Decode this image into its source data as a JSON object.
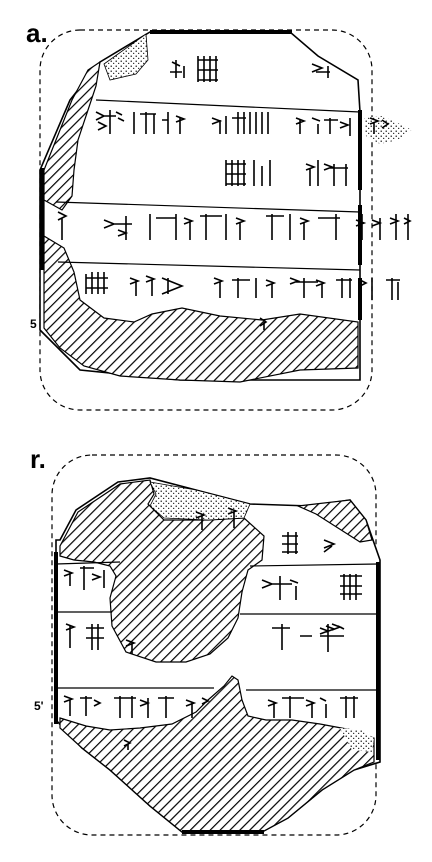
{
  "figure": {
    "obverse_label": "a.",
    "reverse_label": "r.",
    "obverse_line_number": "5",
    "reverse_line_number": "5'"
  },
  "colors": {
    "ink": "#000000",
    "paper": "#ffffff"
  }
}
